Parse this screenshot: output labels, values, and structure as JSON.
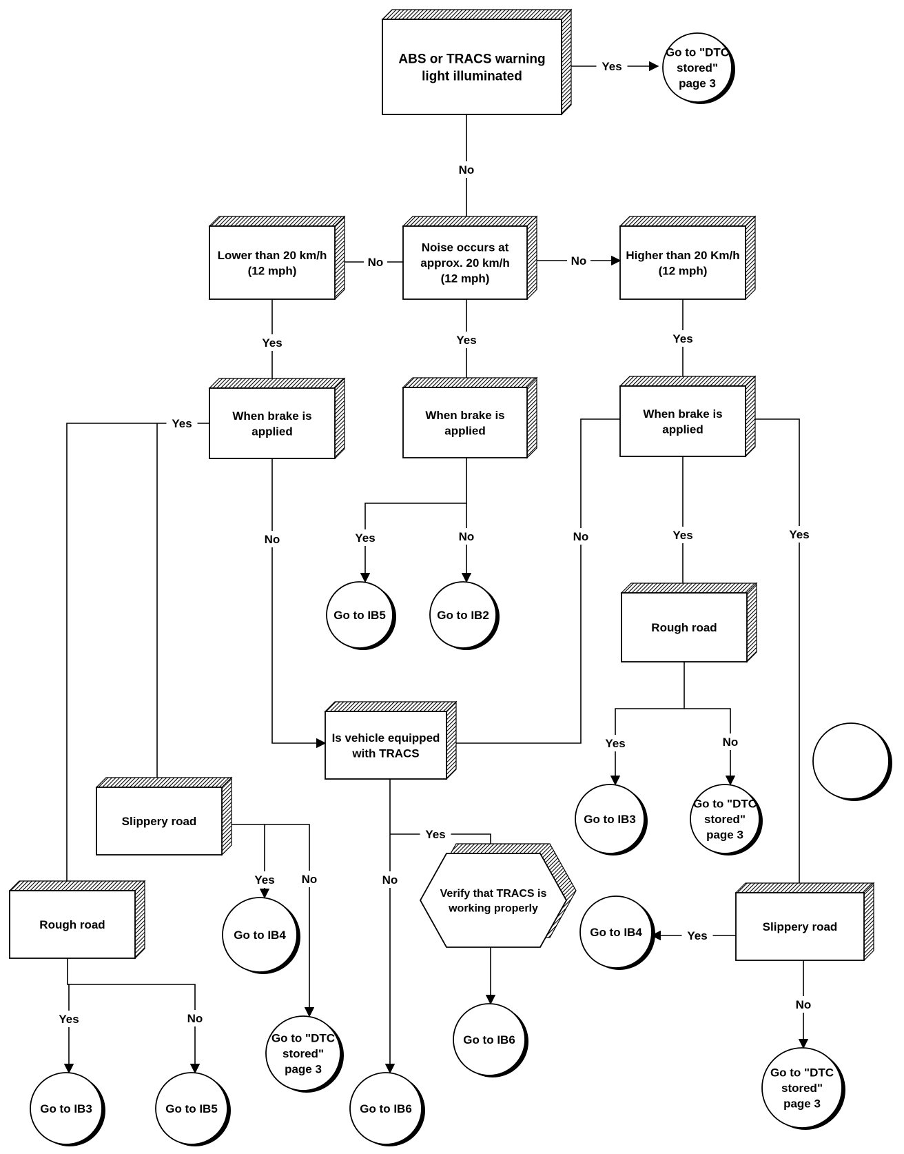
{
  "nodes": [
    {
      "id": "abs",
      "shape": "box",
      "lines": [
        "ABS or TRACS warning",
        "light illuminated"
      ]
    },
    {
      "id": "dtc1",
      "shape": "circle",
      "lines": [
        "Go to \"DTC",
        "stored\"",
        "page 3"
      ]
    },
    {
      "id": "noise",
      "shape": "box",
      "lines": [
        "Noise occurs at",
        "approx. 20 km/h",
        "(12 mph)"
      ]
    },
    {
      "id": "lower",
      "shape": "box",
      "lines": [
        "Lower than 20 km/h",
        "(12 mph)"
      ]
    },
    {
      "id": "higher",
      "shape": "box",
      "lines": [
        "Higher than 20 Km/h",
        "(12 mph)"
      ]
    },
    {
      "id": "brake-left",
      "shape": "box",
      "lines": [
        "When brake is",
        "applied"
      ]
    },
    {
      "id": "brake-mid",
      "shape": "box",
      "lines": [
        "When brake is",
        "applied"
      ]
    },
    {
      "id": "brake-right",
      "shape": "box",
      "lines": [
        "When brake is",
        "applied"
      ]
    },
    {
      "id": "ib5-mid",
      "shape": "circle",
      "lines": [
        "Go to IB5"
      ]
    },
    {
      "id": "ib2",
      "shape": "circle",
      "lines": [
        "Go to IB2"
      ]
    },
    {
      "id": "rough-right",
      "shape": "box",
      "lines": [
        "Rough road"
      ]
    },
    {
      "id": "tracs",
      "shape": "box",
      "lines": [
        "Is vehicle equipped",
        "with TRACS"
      ]
    },
    {
      "id": "ib3-right",
      "shape": "circle",
      "lines": [
        "Go to IB3"
      ]
    },
    {
      "id": "dtc2",
      "shape": "circle",
      "lines": [
        "Go to \"DTC",
        "stored\"",
        "page 3"
      ]
    },
    {
      "id": "blank",
      "shape": "circle",
      "lines": []
    },
    {
      "id": "slip-left",
      "shape": "box",
      "lines": [
        "Slippery road"
      ]
    },
    {
      "id": "rough-left",
      "shape": "box",
      "lines": [
        "Rough road"
      ]
    },
    {
      "id": "ib4-left",
      "shape": "circle",
      "lines": [
        "Go to IB4"
      ]
    },
    {
      "id": "verify",
      "shape": "hexagon",
      "lines": [
        "Verify that TRACS is",
        "working properly"
      ]
    },
    {
      "id": "ib4-right",
      "shape": "circle",
      "lines": [
        "Go to IB4"
      ]
    },
    {
      "id": "slip-right",
      "shape": "box",
      "lines": [
        "Slippery road"
      ]
    },
    {
      "id": "dtc3",
      "shape": "circle",
      "lines": [
        "Go to \"DTC",
        "stored\"",
        "page 3"
      ]
    },
    {
      "id": "ib6-mid",
      "shape": "circle",
      "lines": [
        "Go to IB6"
      ]
    },
    {
      "id": "ib3-left",
      "shape": "circle",
      "lines": [
        "Go to IB3"
      ]
    },
    {
      "id": "ib5-left",
      "shape": "circle",
      "lines": [
        "Go to IB5"
      ]
    },
    {
      "id": "ib6-bottom",
      "shape": "circle",
      "lines": [
        "Go to IB6"
      ]
    },
    {
      "id": "dtc4",
      "shape": "circle",
      "lines": [
        "Go to \"DTC",
        "stored\"",
        "page 3"
      ]
    }
  ],
  "edges": [
    {
      "from": "abs",
      "to": "dtc1",
      "label": "Yes"
    },
    {
      "from": "abs",
      "to": "noise",
      "label": "No"
    },
    {
      "from": "noise",
      "to": "lower",
      "label": "No"
    },
    {
      "from": "noise",
      "to": "higher",
      "label": "No"
    },
    {
      "from": "lower",
      "to": "brake-left",
      "label": "Yes"
    },
    {
      "from": "noise",
      "to": "brake-mid",
      "label": "Yes"
    },
    {
      "from": "higher",
      "to": "brake-right",
      "label": "Yes"
    },
    {
      "from": "brake-left",
      "to": "rough-left",
      "label": "Yes"
    },
    {
      "from": "brake-left",
      "to": "slip-left",
      "label": ""
    },
    {
      "from": "brake-left",
      "to": "tracs",
      "label": "No"
    },
    {
      "from": "brake-mid",
      "to": "ib5-mid",
      "label": "Yes"
    },
    {
      "from": "brake-mid",
      "to": "ib2",
      "label": "No"
    },
    {
      "from": "brake-right",
      "to": "tracs",
      "label": "No"
    },
    {
      "from": "brake-right",
      "to": "rough-right",
      "label": "Yes"
    },
    {
      "from": "brake-right",
      "to": "slip-right",
      "label": "Yes"
    },
    {
      "from": "rough-right",
      "to": "ib3-right",
      "label": "Yes"
    },
    {
      "from": "rough-right",
      "to": "dtc2",
      "label": "No"
    },
    {
      "from": "tracs",
      "to": "verify",
      "label": "Yes"
    },
    {
      "from": "tracs",
      "to": "ib6-bottom",
      "label": "No"
    },
    {
      "from": "verify",
      "to": "ib6-mid",
      "label": ""
    },
    {
      "from": "slip-left",
      "to": "ib4-left",
      "label": "Yes"
    },
    {
      "from": "slip-left",
      "to": "dtc3",
      "label": "No"
    },
    {
      "from": "rough-left",
      "to": "ib3-left",
      "label": "Yes"
    },
    {
      "from": "rough-left",
      "to": "ib5-left",
      "label": "No"
    },
    {
      "from": "slip-right",
      "to": "ib4-right",
      "label": "Yes"
    },
    {
      "from": "slip-right",
      "to": "dtc4",
      "label": "No"
    }
  ]
}
